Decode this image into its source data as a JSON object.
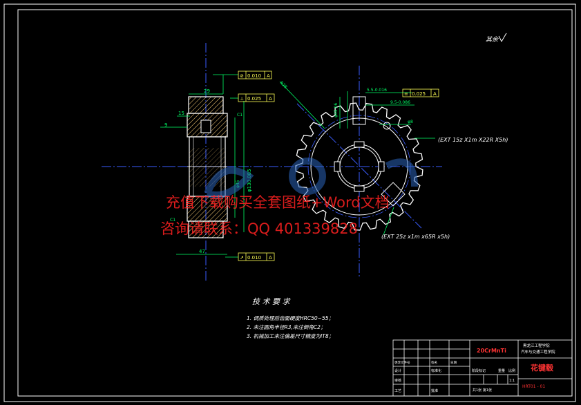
{
  "colors": {
    "background": "#000000",
    "frame": "#ffffff",
    "part_outline": "#ffffff",
    "centerline": "#3a5cff",
    "dimension": "#00ff66",
    "tolerance_box": "#ffff55",
    "hatch": "#ffd27a",
    "title_red": "#ff3333",
    "watermark_red": "#ff2222",
    "watermark_blue": "#2a63b8",
    "note_text": "#ffffff"
  },
  "surface_finish_note": "其余",
  "side_view": {
    "dims": {
      "top_width": "29",
      "left_small": "15",
      "left_mid": "9",
      "bottom_width": "47",
      "chamfer_top": "C1",
      "chamfer_bottom": "C1",
      "bore_dia": "φ130.085",
      "key_dia": "φ45"
    },
    "tolerances": [
      {
        "symbol": "⊘",
        "value": "0.010",
        "datum": "A"
      },
      {
        "symbol": "⊥",
        "value": "0.025",
        "datum": "A"
      },
      {
        "symbol": "↗",
        "value": "0.010",
        "datum": "A"
      }
    ]
  },
  "front_view": {
    "dims": {
      "keyway_width": "5.5-0.016",
      "keyway_depth": "9.5-0.086",
      "chord": "φ45.06",
      "angle": "φ8",
      "radius": "R28"
    },
    "tolerances": [
      {
        "symbol": "≡",
        "value": "0.025",
        "datum": "A"
      }
    ],
    "spline_outer_label": "(EXT 15z X1m X22R X5h)",
    "spline_inner_label": "(EXT 25z x1m x65R x5h)"
  },
  "watermark": {
    "line1": "充值下载购买全套图纸+Word文档",
    "line2": "咨询请联系：QQ 401339828"
  },
  "tech_requirements": {
    "title": "技 术 要 求",
    "items": [
      "1. 调质处理后齿面硬度HRC50~55；",
      "2. 未注圆角半径R3,未注倒角C2；",
      "3. 机械加工未注偏差尺寸精度为IT8；"
    ]
  },
  "title_block": {
    "material": "20CrMnTi",
    "company_line1": "黑龙江工程学院",
    "company_line2": "汽车与交通工程学院",
    "part_name": "花键毂",
    "drawing_code": "HRT01 - 01",
    "scale": "1:1",
    "sheet": "共1张 第1张",
    "design_label": "设计",
    "check_label": "审核",
    "process_label": "工艺",
    "std_label": "标准化",
    "approve_label": "批准",
    "marking_label": "阶段标记",
    "weight_label": "重量",
    "ratio_label": "比例",
    "change_label": "更改文件号",
    "sign_label": "签名",
    "date_label": "日期"
  }
}
